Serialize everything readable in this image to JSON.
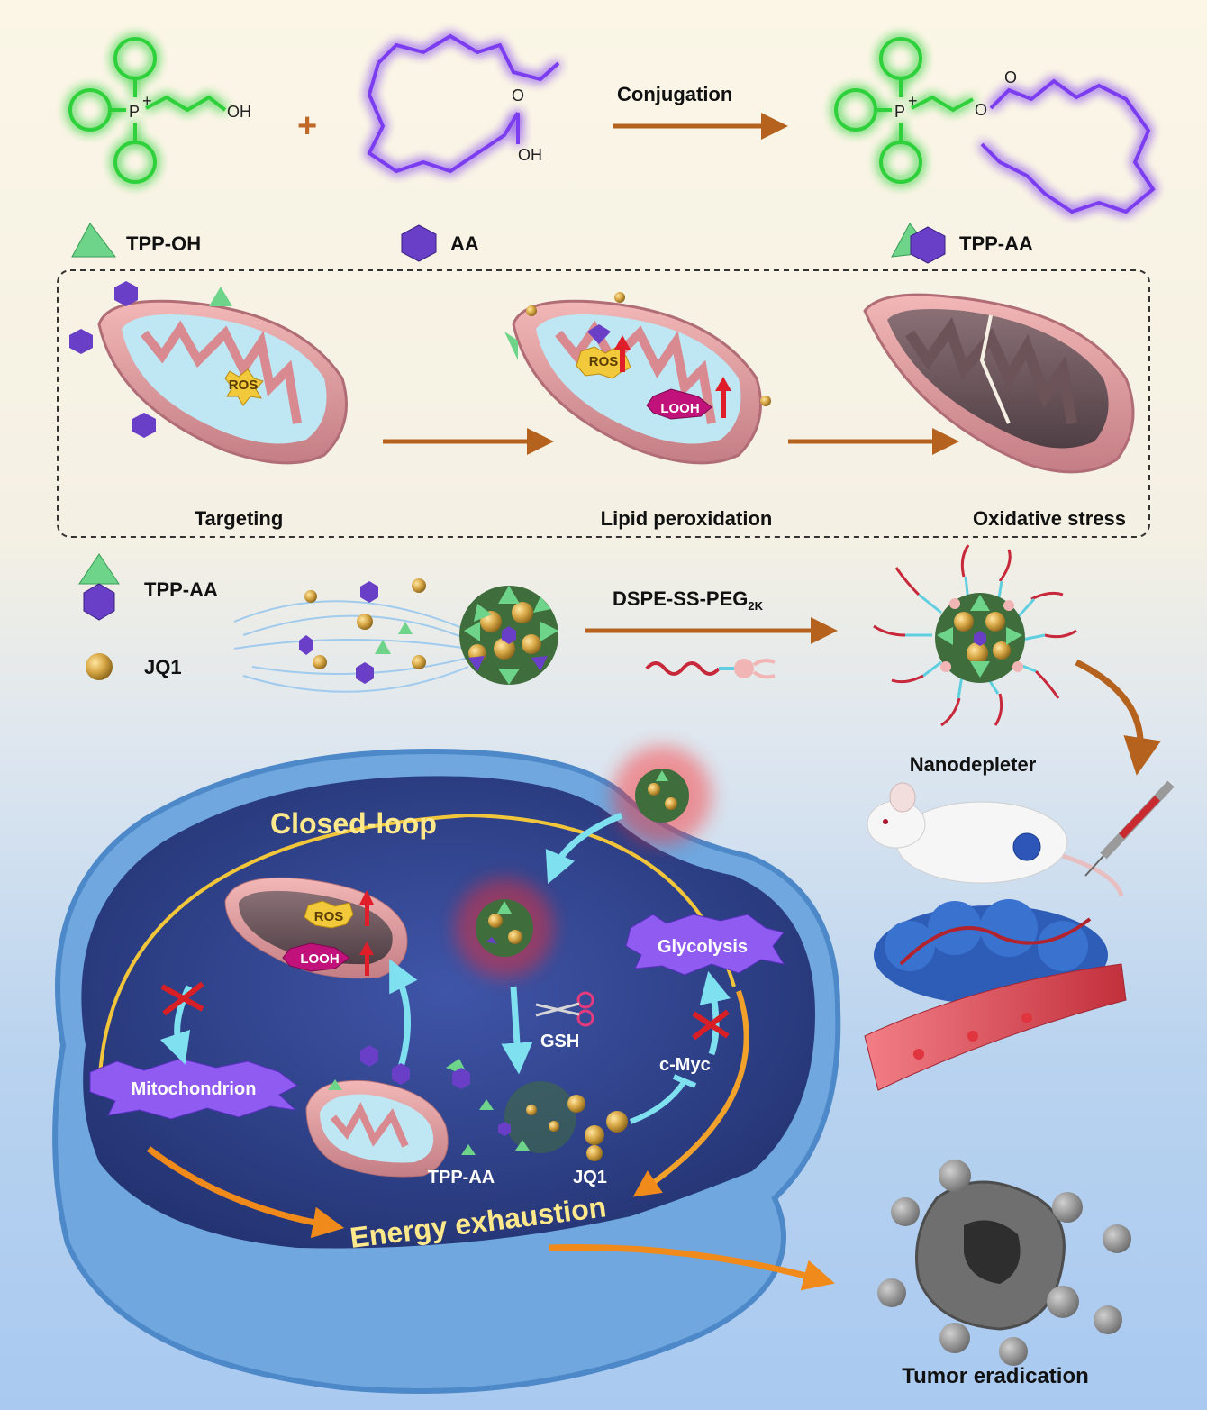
{
  "top": {
    "reaction_label": "Conjugation",
    "plus": "+",
    "tpp_charge": "P",
    "plus_sign": "+",
    "oh": "OH",
    "o_atom": "O",
    "legend": [
      {
        "name": "TPP-OH",
        "color": "#5cc06a"
      },
      {
        "name": "AA",
        "color": "#6a3fc8"
      },
      {
        "name": "TPP-AA",
        "color": "#6a3fc8"
      }
    ]
  },
  "panel": {
    "steps": [
      "Targeting",
      "Lipid peroxidation",
      "Oxidative stress"
    ],
    "badges": {
      "ros": "ROS",
      "looh": "LOOH"
    }
  },
  "assembly": {
    "legend": [
      {
        "name": "TPP-AA"
      },
      {
        "name": "JQ1"
      }
    ],
    "reagent": "DSPE-SS-PEG",
    "reagent_sub": "2K",
    "product": "Nanodepleter"
  },
  "cell": {
    "title": "Closed-loop",
    "glycolysis": "Glycolysis",
    "mitochondrion": "Mitochondrion",
    "gsh": "GSH",
    "cmyc": "c-Myc",
    "tpp_aa": "TPP-AA",
    "jq1": "JQ1",
    "energy": "Energy exhaustion",
    "ros": "ROS",
    "looh": "LOOH"
  },
  "outcome": "Tumor eradication",
  "colors": {
    "arrow": "#b5621f",
    "cell_blue": "#2e3f86",
    "membrane": "#6fa7de",
    "green_glow": "#2fd13a",
    "purple_glow": "#7b3cf0"
  }
}
